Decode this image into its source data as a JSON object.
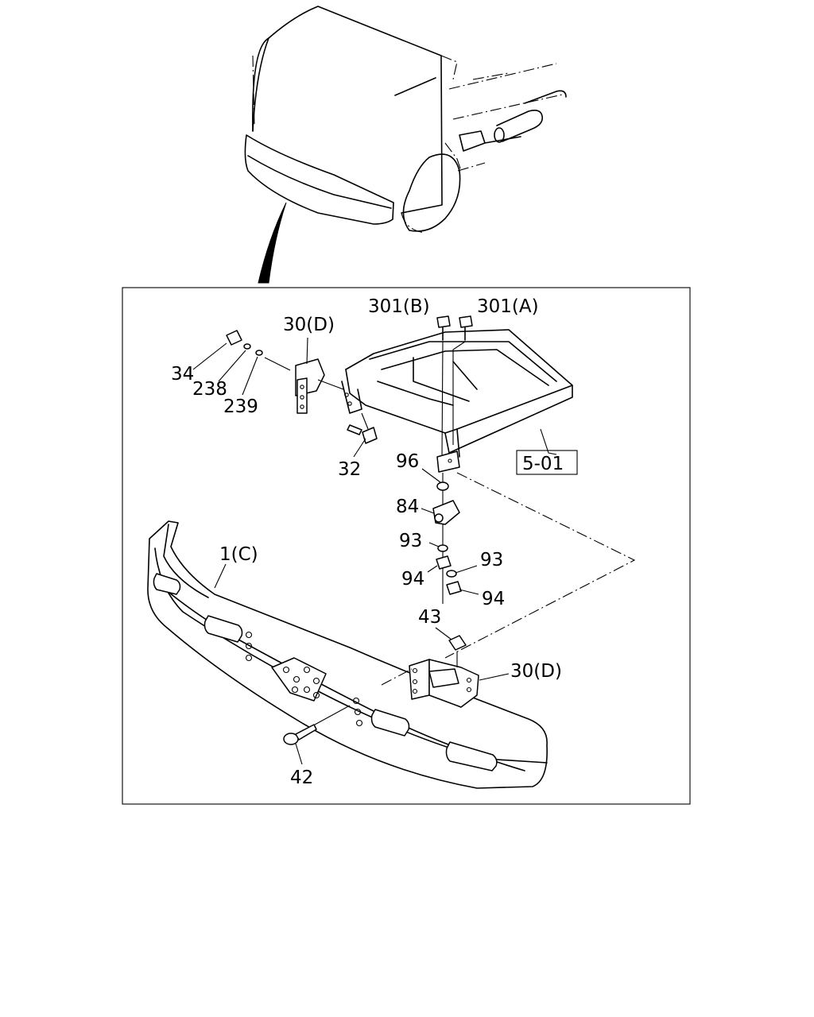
{
  "callouts": {
    "l301b": "301(B)",
    "l301a": "301(A)",
    "l30d_top": "30(D)",
    "l34": "34",
    "l238": "238",
    "l239": "239",
    "l32": "32",
    "l96": "96",
    "l84": "84",
    "l93_left": "93",
    "l93_right": "93",
    "l94_left": "94",
    "l94_right": "94",
    "l1c": "1(C)",
    "l43": "43",
    "l30d_bottom": "30(D)",
    "l42": "42",
    "ref_box": "5-01"
  }
}
